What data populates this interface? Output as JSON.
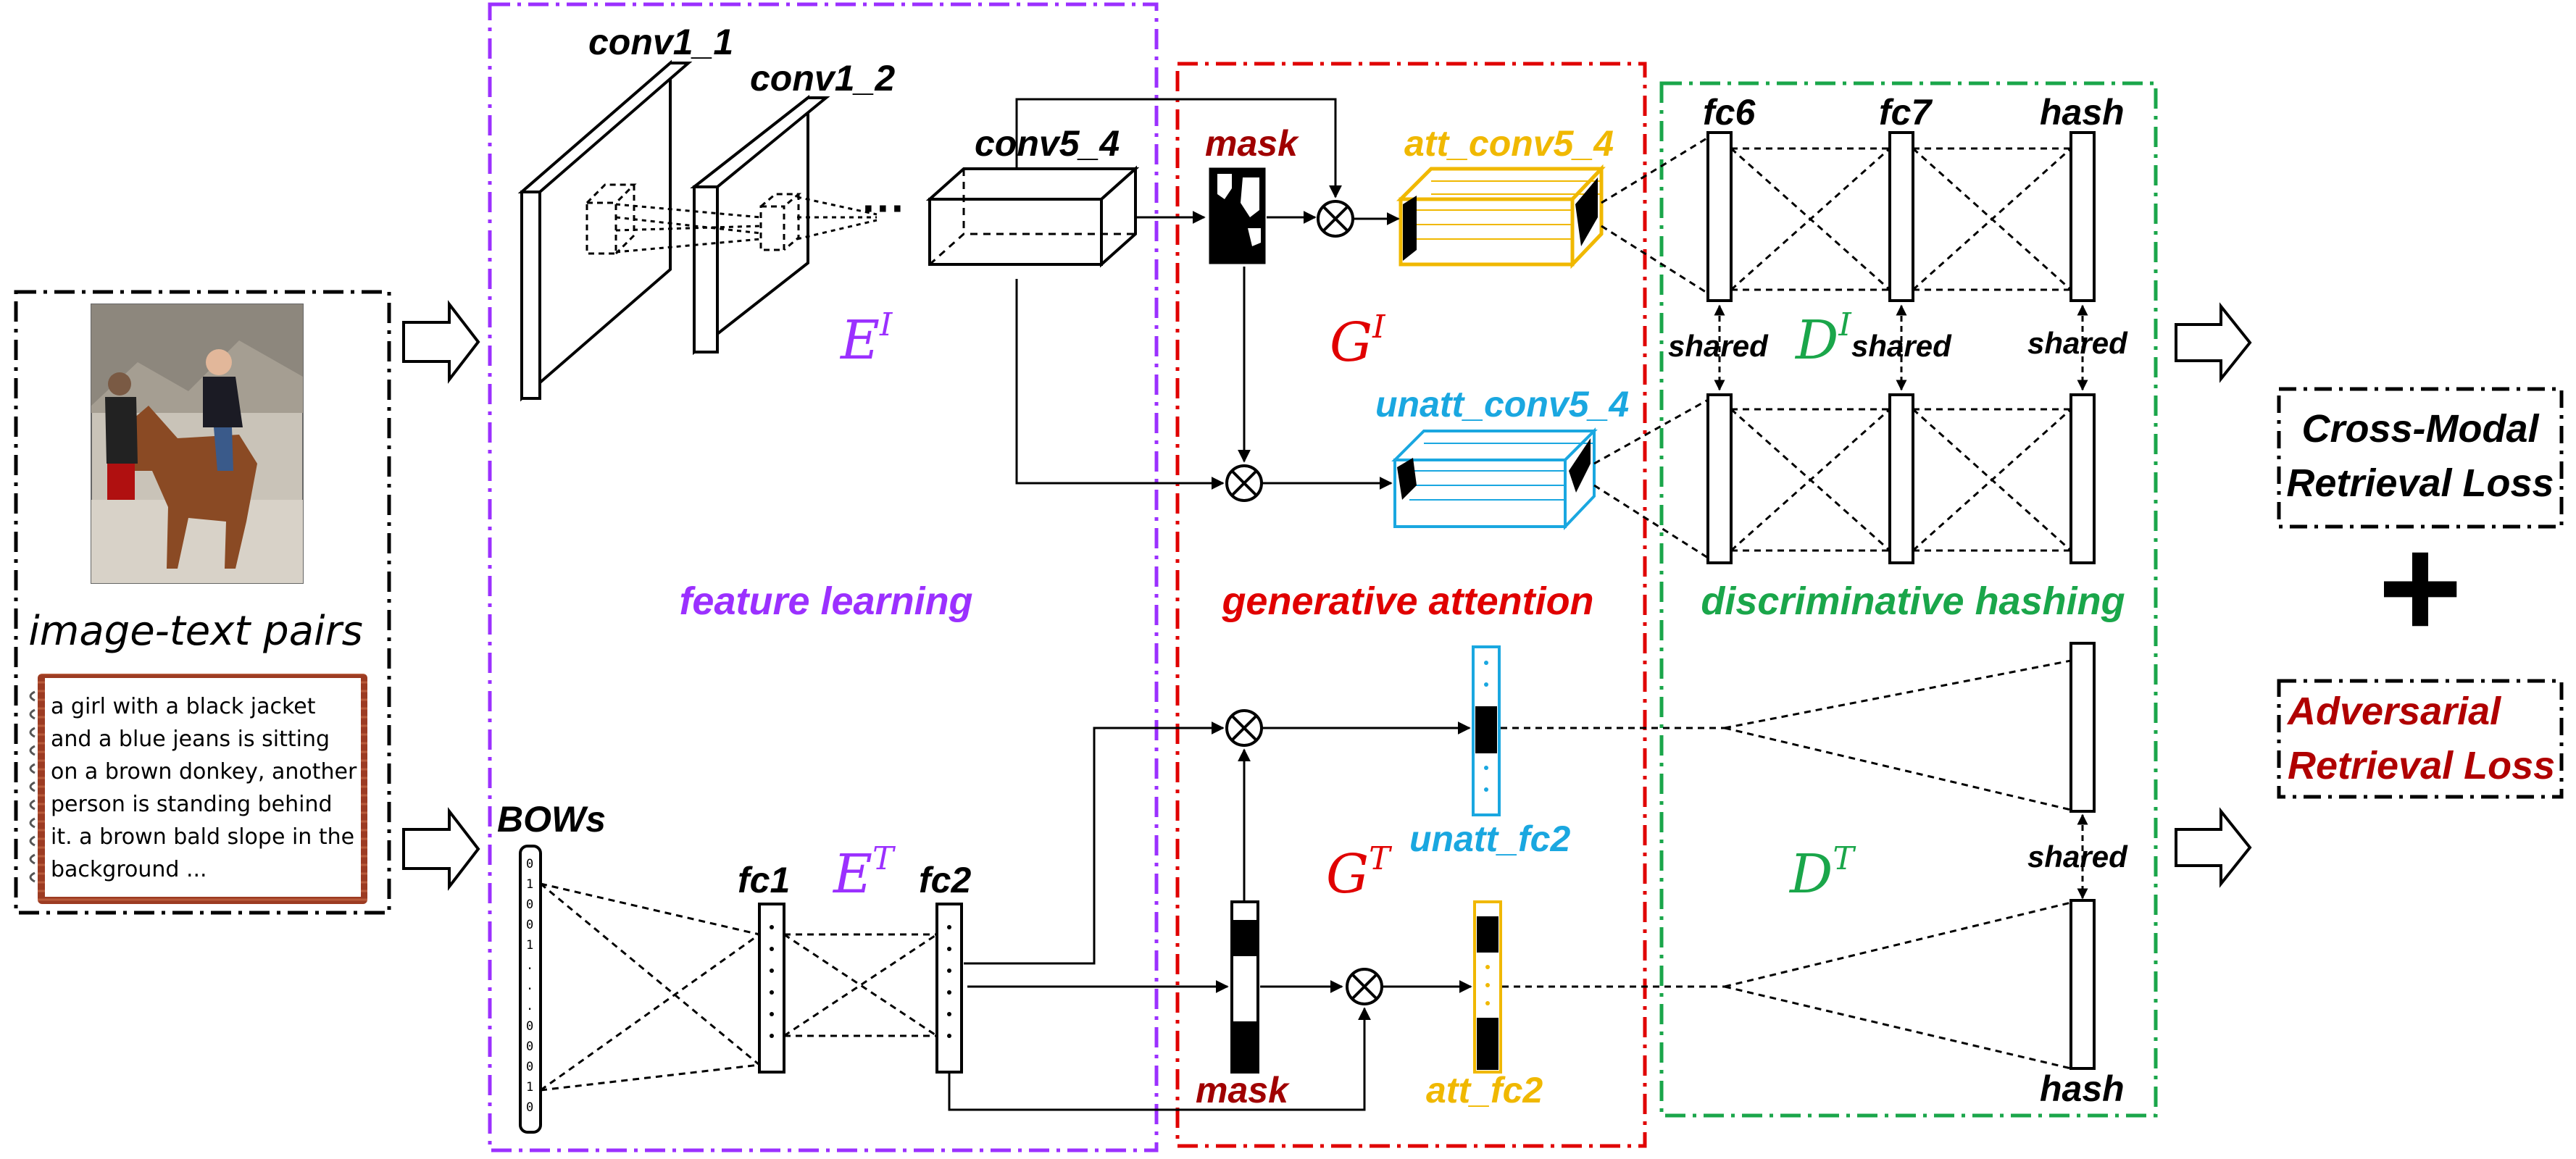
{
  "image_panel": {
    "caption": "image-text pairs",
    "description_lines": [
      "a girl with a black jacket",
      "and a blue jeans is sitting",
      "on a brown donkey, another",
      "person is standing behind",
      "it. a brown bald slope in the",
      "background ..."
    ]
  },
  "feature_learning": {
    "title": "feature  learning",
    "conv1_1": "conv1_1",
    "conv1_2": "conv1_2",
    "conv5_4": "conv5_4",
    "bows": "BOWs",
    "bow_digits": [
      "0",
      "1",
      "0",
      "0",
      "1",
      ".",
      ".",
      ".",
      "0",
      "0",
      "0",
      "1",
      "0"
    ],
    "fc1": "fc1",
    "fc2": "fc2",
    "encoder_image": {
      "base": "E",
      "sup": "I"
    },
    "encoder_text": {
      "base": "E",
      "sup": "T"
    }
  },
  "generative_attention": {
    "title": "generative attention",
    "mask_top": "mask",
    "mask_bottom": "mask",
    "att_conv5_4": "att_conv5_4",
    "unatt_conv5_4": "unatt_conv5_4",
    "unatt_fc2": "unatt_fc2",
    "att_fc2": "att_fc2",
    "generator_image": {
      "base": "G",
      "sup": "I"
    },
    "generator_text": {
      "base": "G",
      "sup": "T"
    }
  },
  "discriminative_hashing": {
    "title": "discriminative hashing",
    "fc6": "fc6",
    "fc7": "fc7",
    "hash_top": "hash",
    "hash_bottom": "hash",
    "shared_1": "shared",
    "shared_2": "shared",
    "shared_3": "shared",
    "shared_4": "shared",
    "discriminator_image": {
      "base": "D",
      "sup": "I"
    },
    "discriminator_text": {
      "base": "D",
      "sup": "T"
    }
  },
  "losses": {
    "cross_modal_line1": "Cross-Modal",
    "cross_modal_line2": "Retrieval Loss",
    "plus": "+",
    "adversarial_line1": "Adversarial",
    "adversarial_line2": "Retrieval Loss"
  },
  "colors": {
    "feature": "#9b30ff",
    "attention": "#e00000",
    "hashing": "#1aa64a",
    "att": "#f0b800",
    "unatt": "#1aa7e0",
    "adversarial": "#b00000"
  }
}
